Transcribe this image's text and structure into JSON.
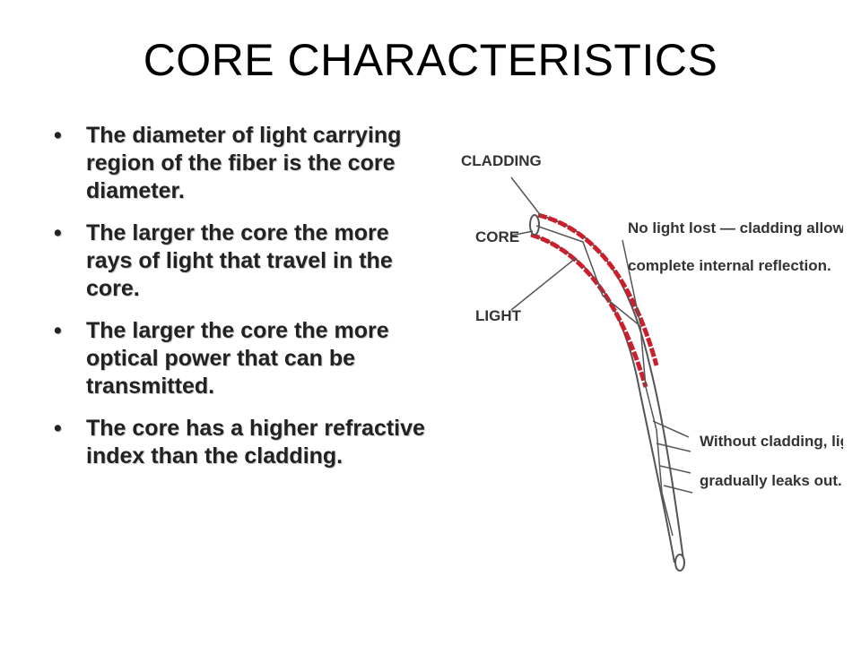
{
  "slide": {
    "title": "CORE CHARACTERISTICS",
    "bullets": [
      "The diameter of light carrying region of the fiber is the core diameter.",
      "The larger the core the more rays of light that travel in the core.",
      "The larger the core the more optical power that can be transmitted.",
      "The core has a higher refractive index than the cladding."
    ],
    "bullet_glyph": "•"
  },
  "diagram": {
    "labels": {
      "cladding": "CLADDING",
      "core": "CORE",
      "light": "LIGHT",
      "no_loss_line1": "No light lost — cladding allows",
      "no_loss_line2": "complete internal reflection.",
      "leak_line1": "Without cladding, light",
      "leak_line2": "gradually leaks out."
    },
    "colors": {
      "cladding": "#cc1f2d",
      "fiber_outline": "#555555",
      "text": "#333333"
    }
  }
}
